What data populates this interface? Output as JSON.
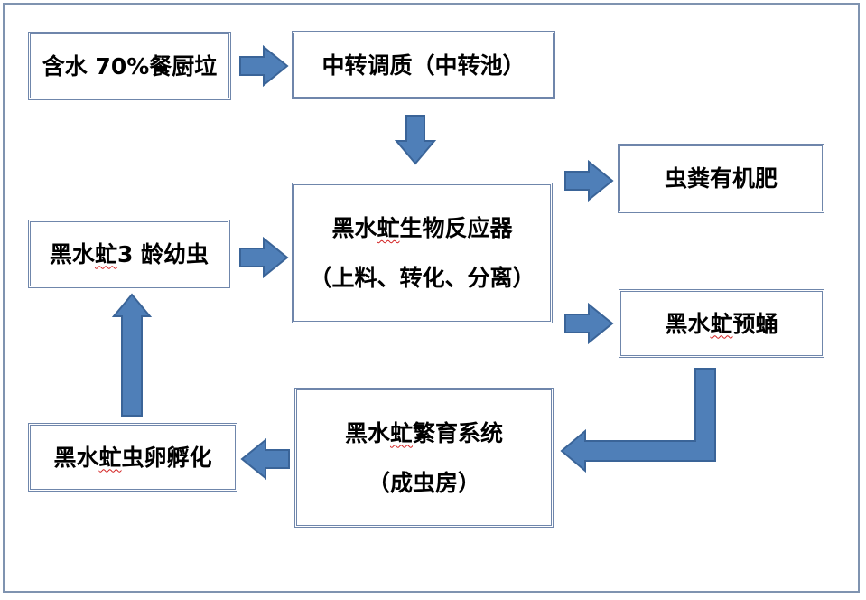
{
  "colors": {
    "arrow_fill": "#4f7fb8",
    "arrow_stroke": "#3a6498",
    "box_border": "#6f86ab",
    "frame_border": "#7f93b0"
  },
  "nodes": {
    "kitchen_waste": "含水 70%餐厨垃",
    "transfer": "中转调质（中转池）",
    "reactor": {
      "prefix": "黑水",
      "marked": "虻",
      "rest": "生物反应器",
      "sub": "（上料、转化、分离）"
    },
    "fertilizer": "虫粪有机肥",
    "larvae": {
      "prefix": "黑水",
      "marked": "虻",
      "rest": "3 龄幼虫"
    },
    "prepupa": {
      "prefix": "黑水",
      "marked": "虻",
      "rest": "预蛹"
    },
    "breeding": {
      "prefix": "黑水",
      "marked": "虻",
      "rest": "繁育系统",
      "sub": "（成虫房）"
    },
    "hatching": {
      "prefix": "黑水",
      "marked": "虻",
      "rest": "虫卵孵化"
    }
  }
}
